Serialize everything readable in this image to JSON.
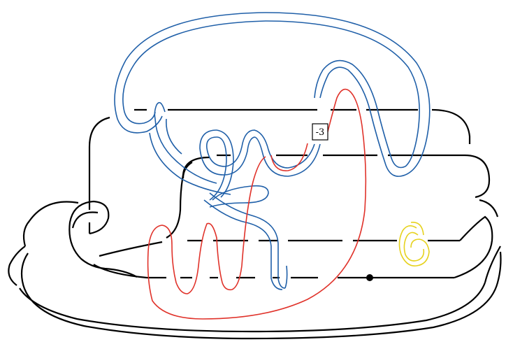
{
  "diagram": {
    "box_label": "-3",
    "colors": {
      "black": "#000000",
      "blue": "#1f5fa8",
      "red": "#e0322a",
      "yellow": "#e6d21e",
      "background": "#ffffff"
    },
    "strands": [
      {
        "name": "black-strand",
        "color": "black"
      },
      {
        "name": "blue-band-strand",
        "color": "blue"
      },
      {
        "name": "red-strand",
        "color": "red"
      },
      {
        "name": "yellow-loop",
        "color": "yellow"
      }
    ],
    "marker": "dot-marker"
  }
}
